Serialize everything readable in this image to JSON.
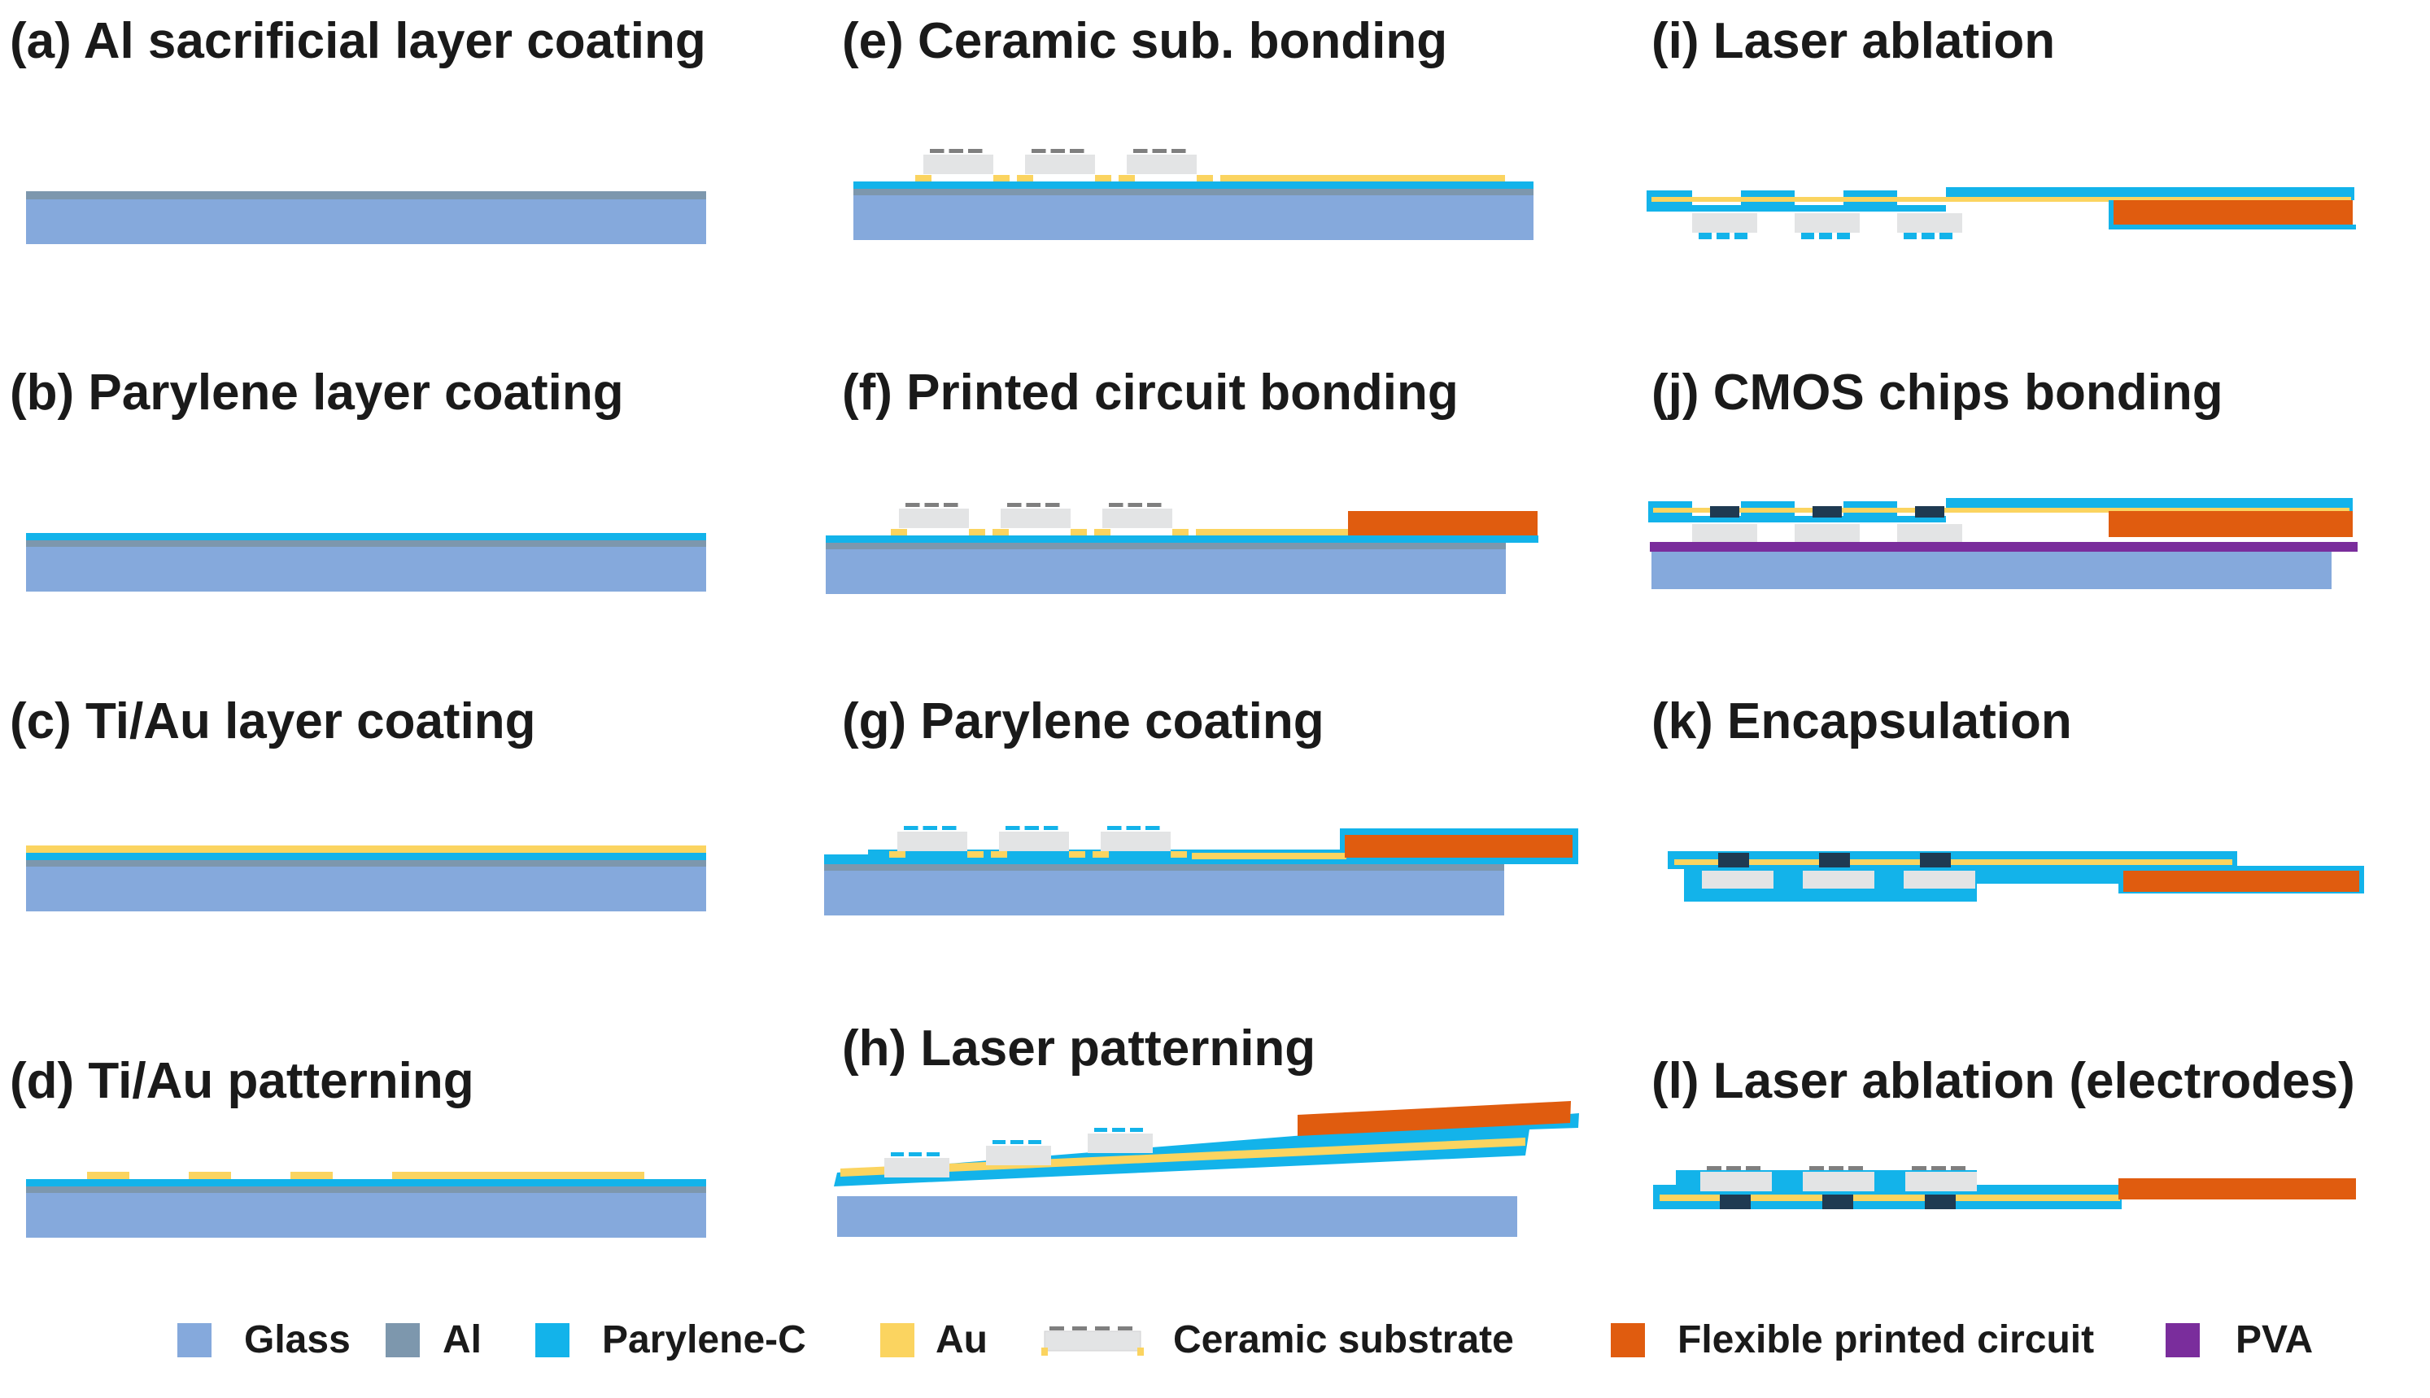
{
  "colors": {
    "glass": "#85a9dc",
    "al": "#7d97ad",
    "parylene": "#13b3ea",
    "au": "#fbd460",
    "ceramic": "#e3e4e5",
    "ceramic_dash": "#7f7f7f",
    "fpc": "#e05c0f",
    "pva": "#7a2d9c",
    "chip": "#1f3a52"
  },
  "panels": [
    {
      "id": "a",
      "title": "(a) Al sacrificial layer coating"
    },
    {
      "id": "b",
      "title": "(b) Parylene layer coating"
    },
    {
      "id": "c",
      "title": "(c) Ti/Au layer coating"
    },
    {
      "id": "d",
      "title": "(d) Ti/Au patterning"
    },
    {
      "id": "e",
      "title": "(e) Ceramic sub. bonding"
    },
    {
      "id": "f",
      "title": "(f) Printed circuit bonding"
    },
    {
      "id": "g",
      "title": "(g) Parylene coating"
    },
    {
      "id": "h",
      "title": "(h) Laser patterning"
    },
    {
      "id": "i",
      "title": "(i) Laser ablation"
    },
    {
      "id": "j",
      "title": "(j) CMOS chips bonding"
    },
    {
      "id": "k",
      "title": "(k) Encapsulation"
    },
    {
      "id": "l",
      "title": "(l) Laser ablation (electrodes)"
    }
  ],
  "legend": [
    {
      "label": "Glass",
      "color": "#85a9dc",
      "icon": "glass-swatch"
    },
    {
      "label": "Al",
      "color": "#7d97ad",
      "icon": "al-swatch"
    },
    {
      "label": "Parylene-C",
      "color": "#13b3ea",
      "icon": "parylene-swatch"
    },
    {
      "label": "Au",
      "color": "#fbd460",
      "icon": "au-swatch"
    },
    {
      "label": "Ceramic substrate",
      "color": "#e3e4e5",
      "icon": "ceramic-substrate-icon"
    },
    {
      "label": "Flexible printed circuit",
      "color": "#e05c0f",
      "icon": "fpc-swatch"
    },
    {
      "label": "PVA",
      "color": "#7a2d9c",
      "icon": "pva-swatch"
    }
  ]
}
